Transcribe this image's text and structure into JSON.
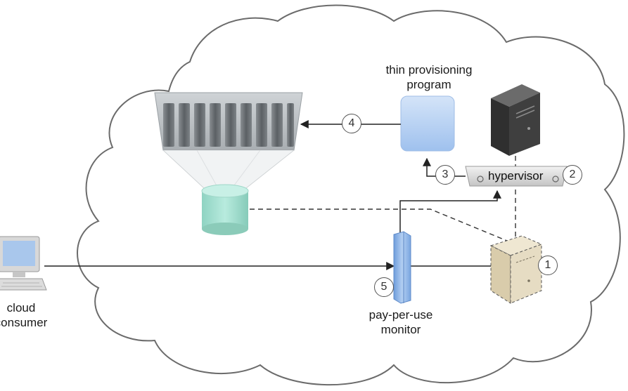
{
  "labels": {
    "thin_provisioning_program": [
      "thin provisioning",
      "program"
    ],
    "pay_per_use_monitor": [
      "pay-per-use",
      "monitor"
    ],
    "cloud_consumer": [
      "cloud",
      "consumer"
    ],
    "hypervisor": "hypervisor"
  },
  "steps": [
    "1",
    "2",
    "3",
    "4",
    "5"
  ],
  "colors": {
    "cloud_outline": "#6b6b6b",
    "storage_cylinder": "#a9e0d2",
    "program_box": "#b9d3f2",
    "monitor_bar": "#8fb4e6",
    "vm_box": "#e6dcc3",
    "server": "#3a3a3a"
  }
}
